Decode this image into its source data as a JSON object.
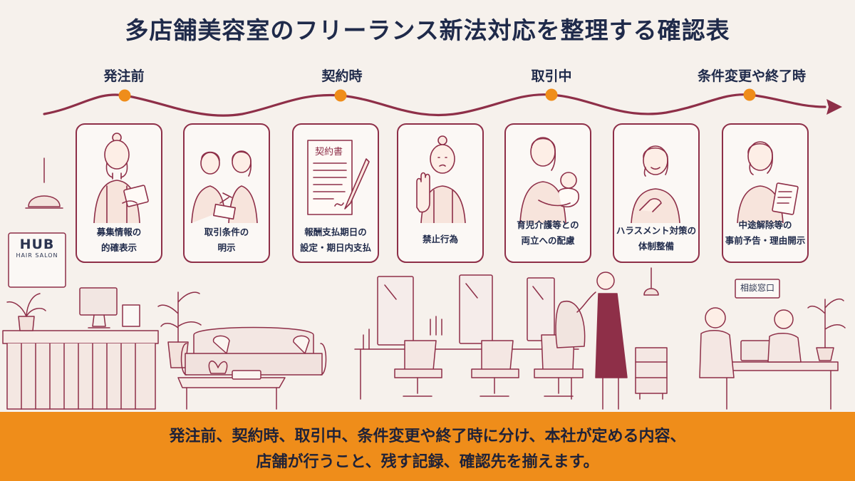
{
  "title": "多店舗美容室のフリーランス新法対応を整理する確認表",
  "stages": [
    {
      "label": "発注前"
    },
    {
      "label": "契約時"
    },
    {
      "label": "取引中"
    },
    {
      "label": "条件変更や終了時"
    }
  ],
  "cards": [
    {
      "lines": [
        "募集情報の",
        "的確表示"
      ],
      "icon": "stylist-with-clipboard-icon"
    },
    {
      "lines": [
        "取引条件の",
        "明示"
      ],
      "icon": "two-people-discussing-icon"
    },
    {
      "lines": [
        "報酬支払期日の",
        "設定・期日内支払"
      ],
      "icon": "contract-document-pen-icon",
      "doc_title": "契約書"
    },
    {
      "lines": [
        "禁止行為"
      ],
      "icon": "stop-hand-icon"
    },
    {
      "lines": [
        "育児介護等との",
        "両立への配慮"
      ],
      "icon": "stylist-holding-baby-icon"
    },
    {
      "lines": [
        "ハラスメント対策の",
        "体制整備"
      ],
      "icon": "hand-on-chest-icon"
    },
    {
      "lines": [
        "中途解除等の",
        "事前予告・理由開示"
      ],
      "icon": "stylist-with-document-icon"
    }
  ],
  "scene": {
    "salon_sign_main": "HUB",
    "salon_sign_sub": "HAIR SALON",
    "consult_sign": "相談窓口"
  },
  "footer": {
    "line1": "発注前、契約時、取引中、条件変更や終了時に分け、本社が定める内容、",
    "line2": "店舗が行うこと、残す記録、確認先を揃えます。"
  },
  "colors": {
    "accent_maroon": "#8e2f48",
    "accent_orange": "#ef8d1a",
    "title_navy": "#1f2a4a",
    "background": "#f6f1ec"
  }
}
